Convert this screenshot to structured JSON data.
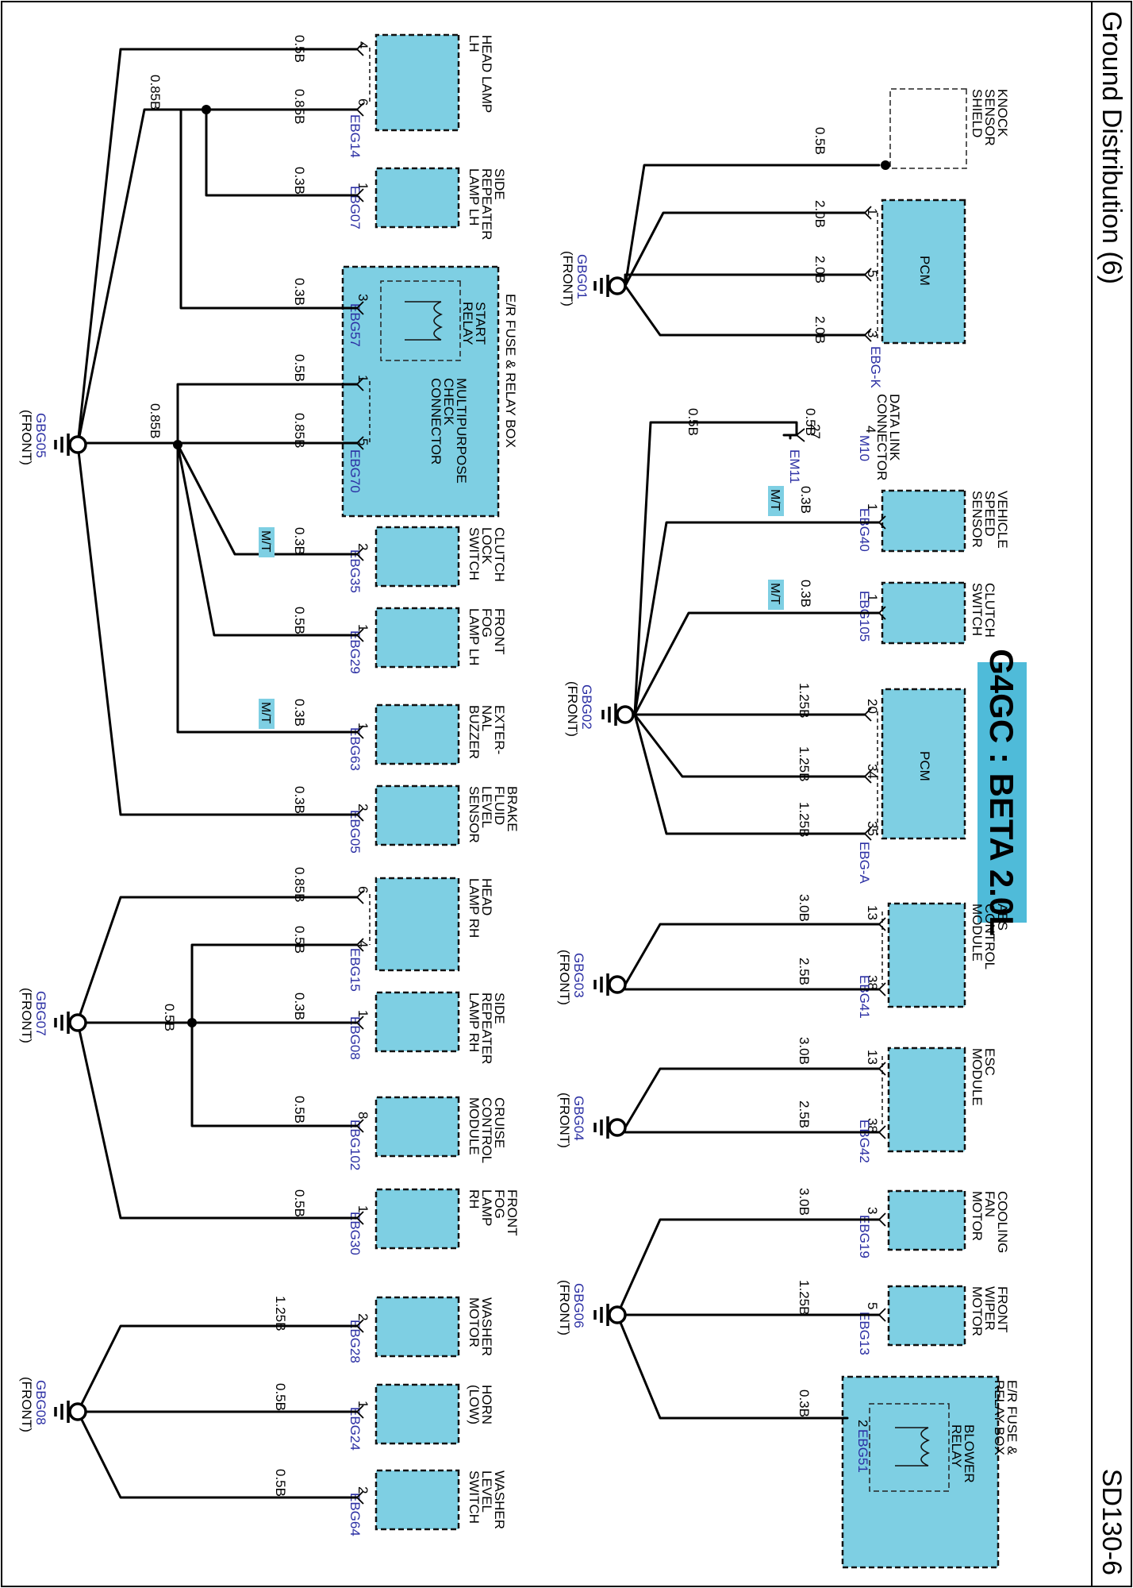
{
  "header": {
    "title": "Ground Distribution (6)",
    "page_code": "SD130-6",
    "engine_banner": "G4GC : BETA 2.0L"
  },
  "grounds": [
    {
      "id": "GBG01",
      "location": "(FRONT)"
    },
    {
      "id": "GBG02",
      "location": "(FRONT)"
    },
    {
      "id": "GBG03",
      "location": "(FRONT)"
    },
    {
      "id": "GBG04",
      "location": "(FRONT)"
    },
    {
      "id": "GBG06",
      "location": "(FRONT)"
    },
    {
      "id": "GBG05",
      "location": "(FRONT)"
    },
    {
      "id": "GBG07",
      "location": "(FRONT)"
    },
    {
      "id": "GBG08",
      "location": "(FRONT)"
    }
  ],
  "components": {
    "knock_sensor_shield": [
      "KNOCK",
      "SENSOR",
      "SHIELD"
    ],
    "pcm_1": [
      "PCM"
    ],
    "data_link_connector": [
      "DATA LINK",
      "CONNECTOR"
    ],
    "vehicle_speed_sensor": [
      "VEHICLE",
      "SPEED",
      "SENSOR"
    ],
    "clutch_switch": [
      "CLUTCH",
      "SWITCH"
    ],
    "pcm_2": [
      "PCM"
    ],
    "abs_control_module": [
      "ABS",
      "CONTROL",
      "MODULE"
    ],
    "esc_module": [
      "ESC",
      "MODULE"
    ],
    "cooling_fan_motor": [
      "COOLING",
      "FAN",
      "MOTOR"
    ],
    "front_wiper_motor": [
      "FRONT",
      "WIPER",
      "MOTOR"
    ],
    "er_fuse_relay_box_small": [
      "E/R FUSE &",
      "RELAY BOX"
    ],
    "blower_relay": [
      "BLOWER",
      "RELAY"
    ],
    "head_lamp_lh": [
      "HEAD LAMP",
      "LH"
    ],
    "side_repeater_lamp_lh": [
      "SIDE",
      "REPEATER",
      "LAMP LH"
    ],
    "er_fuse_relay_box_large": [
      "E/R FUSE & RELAY BOX"
    ],
    "start_relay": [
      "START",
      "RELAY"
    ],
    "multipurpose_check_connector": [
      "MULTIPURPOSE",
      "CHECK",
      "CONNECTOR"
    ],
    "clutch_lock_switch": [
      "CLUTCH",
      "LOCK",
      "SWITCH"
    ],
    "front_fog_lamp_lh": [
      "FRONT",
      "FOG",
      "LAMP LH"
    ],
    "external_buzzer": [
      "EXTER-",
      "NAL",
      "BUZZER"
    ],
    "brake_fluid_level_sensor": [
      "BRAKE",
      "FLUID",
      "LEVEL",
      "SENSOR"
    ],
    "head_lamp_rh": [
      "HEAD",
      "LAMP RH"
    ],
    "side_repeater_lamp_rh": [
      "SIDE",
      "REPEATER",
      "LAMP RH"
    ],
    "cruise_control_module": [
      "CRUISE",
      "CONTROL",
      "MODULE"
    ],
    "front_fog_lamp_rh": [
      "FRONT",
      "FOG",
      "LAMP",
      "RH"
    ],
    "washer_motor": [
      "WASHER",
      "MOTOR"
    ],
    "horn_low": [
      "HORN",
      "(LOW)"
    ],
    "washer_level_switch": [
      "WASHER",
      "LEVEL",
      "SWITCH"
    ]
  },
  "connectors": {
    "pcm_1": "EBG-K",
    "data_link_connector": "M10",
    "em_joint": "EM11",
    "vehicle_speed_sensor": "EBG40",
    "clutch_switch": "EBG105",
    "pcm_2": "EBG-A",
    "abs_control_module": "EBG41",
    "esc_module": "EBG42",
    "cooling_fan_motor": "EBG19",
    "front_wiper_motor": "EBG13",
    "blower_relay": "EBG51",
    "head_lamp_lh": "EBG14",
    "side_repeater_lamp_lh": "EBG07",
    "start_relay": "EBG57",
    "multipurpose_check_connector": "EBG70",
    "clutch_lock_switch": "EBG35",
    "front_fog_lamp_lh": "EBG29",
    "external_buzzer": "EBG63",
    "brake_fluid_level_sensor": "EBG05",
    "head_lamp_rh": "EBG15",
    "side_repeater_lamp_rh": "EBG08",
    "cruise_control_module": "EBG102",
    "front_fog_lamp_rh": "EBG30",
    "washer_motor": "EBG28",
    "horn_low": "EBG24",
    "washer_level_switch": "EBG64"
  },
  "pins": {
    "pcm_1": [
      "1",
      "5",
      "3"
    ],
    "data_link_connector": "4",
    "em_joint": "27",
    "vehicle_speed_sensor": "1",
    "clutch_switch": "1",
    "pcm_2": [
      "20",
      "34",
      "35"
    ],
    "abs_control_module": [
      "13",
      "38"
    ],
    "esc_module": [
      "13",
      "38"
    ],
    "cooling_fan_motor": "3",
    "front_wiper_motor": "5",
    "blower_relay": "2",
    "head_lamp_lh": [
      "4",
      "6"
    ],
    "side_repeater_lamp_lh": "1",
    "start_relay": "3",
    "multipurpose_check_connector": [
      "1",
      "5"
    ],
    "clutch_lock_switch": "2",
    "front_fog_lamp_lh": "1",
    "external_buzzer": "1",
    "brake_fluid_level_sensor": "2",
    "head_lamp_rh": [
      "6",
      "4"
    ],
    "side_repeater_lamp_rh": "1",
    "cruise_control_module": "8",
    "front_fog_lamp_rh": "1",
    "washer_motor": "2",
    "horn_low": "1",
    "washer_level_switch": "2"
  },
  "wire_gauges": {
    "knock_sensor_shield": "0.5B",
    "pcm_1": [
      "2.0B",
      "2.0B",
      "2.0B"
    ],
    "dlc_trunk": "0.5B",
    "data_link_connector": "0.5B",
    "vehicle_speed_sensor": "0.3B",
    "clutch_switch": "0.3B",
    "pcm_2": [
      "1.25B",
      "1.25B",
      "1.25B"
    ],
    "abs_control_module": [
      "3.0B",
      "2.5B"
    ],
    "esc_module": [
      "3.0B",
      "2.5B"
    ],
    "cooling_fan_motor": "3.0B",
    "front_wiper_motor": "1.25B",
    "blower_relay": "0.3B",
    "gbg05_upper_trunk": "0.85B",
    "head_lamp_lh": [
      "0.5B",
      "0.85B"
    ],
    "side_repeater_lamp_lh": "0.3B",
    "start_relay": "0.3B",
    "gbg05_lower_trunk": "0.85B",
    "multipurpose_check_connector": [
      "0.5B",
      "0.85B"
    ],
    "clutch_lock_switch": "0.3B",
    "front_fog_lamp_lh": "0.5B",
    "external_buzzer": "0.3B",
    "brake_fluid_level_sensor": "0.3B",
    "head_lamp_rh": [
      "0.85B",
      "0.5B"
    ],
    "gbg07_trunk": "0.5B",
    "side_repeater_lamp_rh": "0.3B",
    "cruise_control_module": "0.5B",
    "front_fog_lamp_rh": "0.5B",
    "washer_motor": "1.25B",
    "horn_low": "0.5B",
    "washer_level_switch": "0.5B"
  },
  "option_tags": {
    "vehicle_speed_sensor": "M/T",
    "clutch_switch": "M/T",
    "clutch_lock_switch": "M/T",
    "external_buzzer": "M/T"
  },
  "colors": {
    "component_fill": "#7ecfe3",
    "banner_fill": "#4fbbd9",
    "connector_text": "#2b2fa3",
    "wire": "#000000"
  }
}
